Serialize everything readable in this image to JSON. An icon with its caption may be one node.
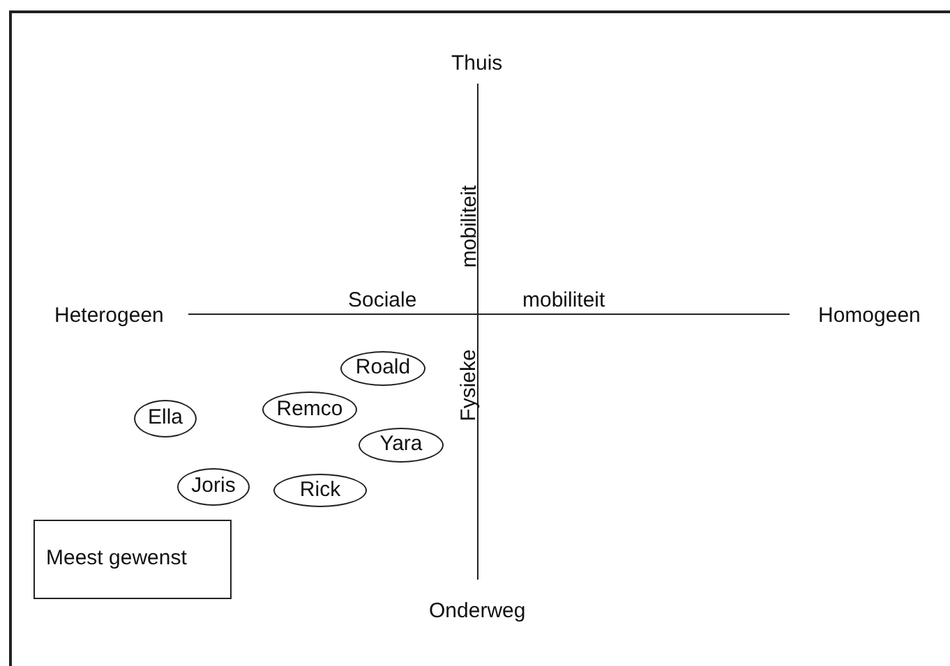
{
  "diagram": {
    "nodes": [
      {
        "text": [
          "Roald"
        ]
      },
      {
        "text": [
          "Ella"
        ]
      },
      {
        "text": [
          "Remco"
        ]
      },
      {
        "text": [
          "Yara"
        ]
      },
      {
        "text": [
          "Joris"
        ]
      },
      {
        "text": [
          "Rick"
        ]
      },
      {
        "text": [
          "Meest gewenst"
        ]
      }
    ],
    "edges": [],
    "labels": [
      "Thuis",
      "mobiliteit",
      "Heterogeen",
      "Sociale",
      "mobiliteit",
      "Homogeen",
      "Fysieke",
      "Onderweg"
    ]
  }
}
